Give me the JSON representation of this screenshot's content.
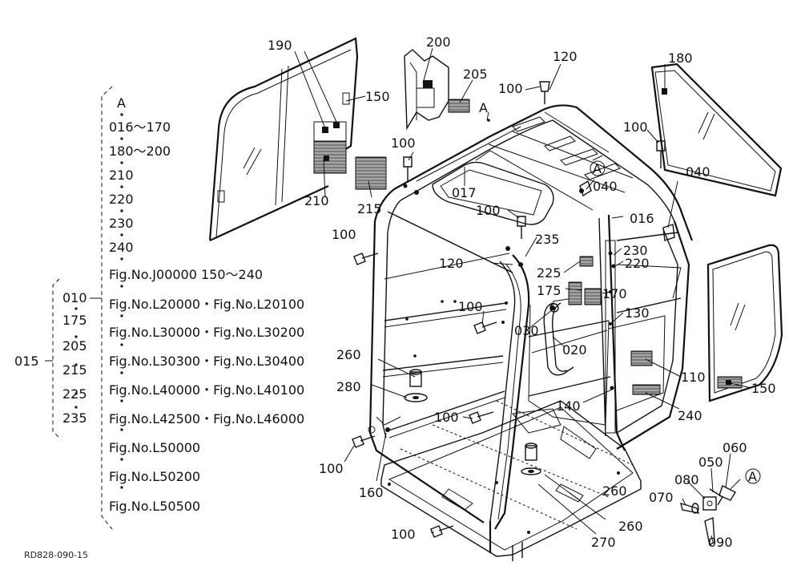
{
  "drawing_id": "RD828-090-15",
  "legend": {
    "groups": [
      "A",
      "016～170",
      "180～200",
      "210",
      "220",
      "230",
      "240",
      "Fig.No.J00000  150～240",
      "Fig.No.L20000・Fig.No.L20100",
      "Fig.No.L30000・Fig.No.L30200",
      "Fig.No.L30300・Fig.No.L30400",
      "Fig.No.L40000・Fig.No.L40100",
      "Fig.No.L42500・Fig.No.L46000",
      "Fig.No.L50000",
      "Fig.No.L50200",
      "Fig.No.L50500"
    ],
    "assembly_number": "015",
    "sub_parts": [
      "010",
      "175",
      "205",
      "215",
      "225",
      "235"
    ]
  },
  "callouts": [
    "190",
    "150",
    "200",
    "205",
    "120",
    "100",
    "180",
    "A",
    "100",
    "100",
    "040",
    "017",
    "A",
    "040",
    "016",
    "210",
    "215",
    "100",
    "235",
    "230",
    "220",
    "100",
    "120",
    "225",
    "175",
    "170",
    "100",
    "030",
    "130",
    "020",
    "110",
    "150",
    "260",
    "280",
    "140",
    "240",
    "100",
    "100",
    "160",
    "260",
    "270",
    "260",
    "060",
    "050",
    "080",
    "070",
    "A",
    "090",
    "100"
  ]
}
